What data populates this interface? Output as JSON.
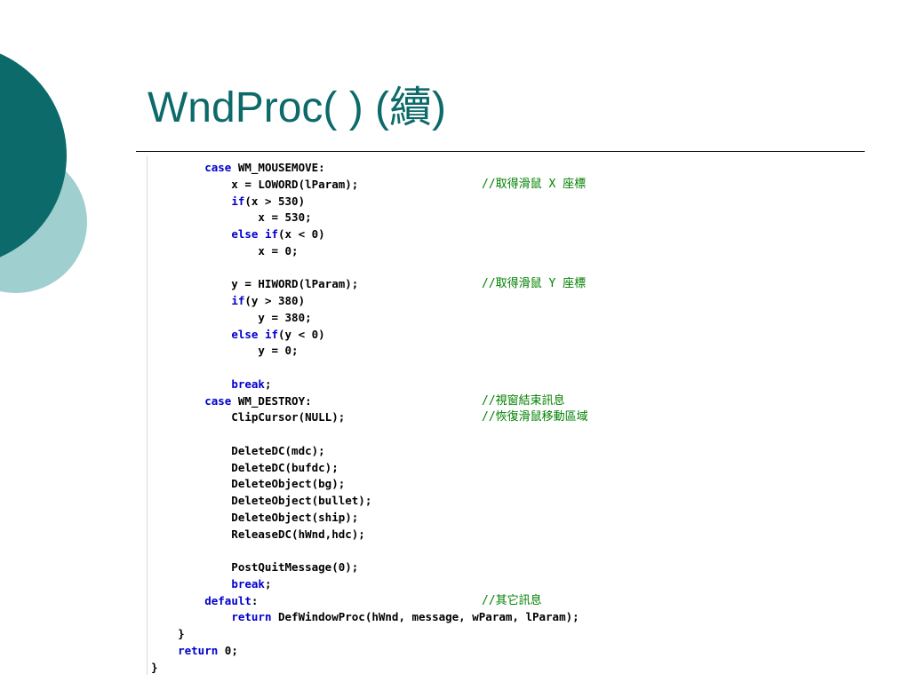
{
  "slide": {
    "title": "WndProc( )  (續)",
    "colors": {
      "title": "#0d6a6a",
      "accent_dark": "#0d6a6a",
      "accent_light": "#9fcfcf",
      "keyword": "#0000cc",
      "comment": "#008000"
    }
  },
  "code": {
    "lines": [
      [
        {
          "t": "        "
        },
        {
          "t": "case",
          "k": true
        },
        {
          "t": " WM_MOUSEMOVE:"
        }
      ],
      [
        {
          "t": "            x = LOWORD(lParam);"
        }
      ],
      [
        {
          "t": "            "
        },
        {
          "t": "if",
          "k": true
        },
        {
          "t": "(x > 530)"
        }
      ],
      [
        {
          "t": "                x = 530;"
        }
      ],
      [
        {
          "t": "            "
        },
        {
          "t": "else if",
          "k": true
        },
        {
          "t": "(x < 0)"
        }
      ],
      [
        {
          "t": "                x = 0;"
        }
      ],
      [
        {
          "t": ""
        }
      ],
      [
        {
          "t": "            y = HIWORD(lParam);"
        }
      ],
      [
        {
          "t": "            "
        },
        {
          "t": "if",
          "k": true
        },
        {
          "t": "(y > 380)"
        }
      ],
      [
        {
          "t": "                y = 380;"
        }
      ],
      [
        {
          "t": "            "
        },
        {
          "t": "else if",
          "k": true
        },
        {
          "t": "(y < 0)"
        }
      ],
      [
        {
          "t": "                y = 0;"
        }
      ],
      [
        {
          "t": ""
        }
      ],
      [
        {
          "t": "            "
        },
        {
          "t": "break",
          "k": true
        },
        {
          "t": ";"
        }
      ],
      [
        {
          "t": "        "
        },
        {
          "t": "case",
          "k": true
        },
        {
          "t": " WM_DESTROY:"
        }
      ],
      [
        {
          "t": "            ClipCursor(NULL);"
        }
      ],
      [
        {
          "t": ""
        }
      ],
      [
        {
          "t": "            DeleteDC(mdc);"
        }
      ],
      [
        {
          "t": "            DeleteDC(bufdc);"
        }
      ],
      [
        {
          "t": "            DeleteObject(bg);"
        }
      ],
      [
        {
          "t": "            DeleteObject(bullet);"
        }
      ],
      [
        {
          "t": "            DeleteObject(ship);"
        }
      ],
      [
        {
          "t": "            ReleaseDC(hWnd,hdc);"
        }
      ],
      [
        {
          "t": ""
        }
      ],
      [
        {
          "t": "            PostQuitMessage(0);"
        }
      ],
      [
        {
          "t": "            "
        },
        {
          "t": "break",
          "k": true
        },
        {
          "t": ";"
        }
      ],
      [
        {
          "t": "        "
        },
        {
          "t": "default",
          "k": true
        },
        {
          "t": ":"
        }
      ],
      [
        {
          "t": "            "
        },
        {
          "t": "return",
          "k": true
        },
        {
          "t": " DefWindowProc(hWnd, message, wParam, lParam);"
        }
      ],
      [
        {
          "t": "    }"
        }
      ],
      [
        {
          "t": "    "
        },
        {
          "t": "return",
          "k": true
        },
        {
          "t": " 0;"
        }
      ],
      [
        {
          "t": "}"
        }
      ]
    ],
    "comments": [
      {
        "line": 1,
        "text": "//取得滑鼠 X 座標"
      },
      {
        "line": 7,
        "text": "//取得滑鼠 Y 座標"
      },
      {
        "line": 14,
        "text": "//視窗結束訊息"
      },
      {
        "line": 15,
        "text": "//恢復滑鼠移動區域"
      },
      {
        "line": 26,
        "text": "//其它訊息"
      }
    ]
  }
}
